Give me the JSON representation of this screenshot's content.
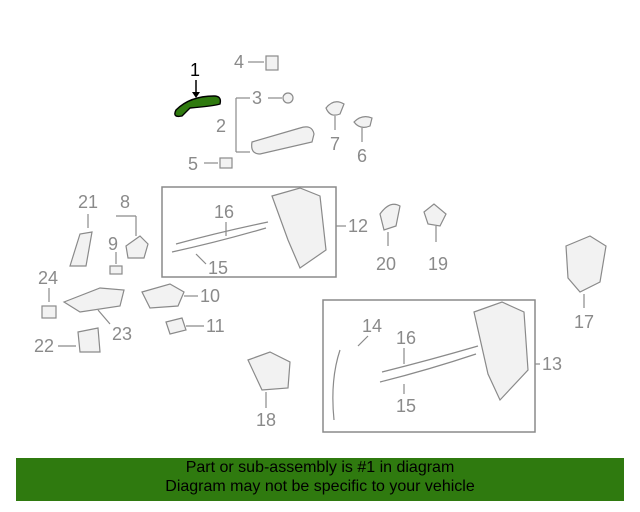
{
  "callouts": {
    "c1": "1",
    "c2": "2",
    "c3": "3",
    "c4": "4",
    "c5": "5",
    "c6": "6",
    "c7": "7",
    "c8": "8",
    "c9": "9",
    "c10": "10",
    "c11": "11",
    "c12": "12",
    "c13": "13",
    "c14": "14",
    "c15a": "15",
    "c15b": "15",
    "c16a": "16",
    "c16b": "16",
    "c17": "17",
    "c18": "18",
    "c19": "19",
    "c20": "20",
    "c21": "21",
    "c22": "22",
    "c23": "23",
    "c24": "24"
  },
  "highlight_color": "#2f7a0f",
  "banner": {
    "line1": "Part or sub-assembly is #1 in diagram",
    "line2": "Diagram may not be specific to your vehicle"
  }
}
